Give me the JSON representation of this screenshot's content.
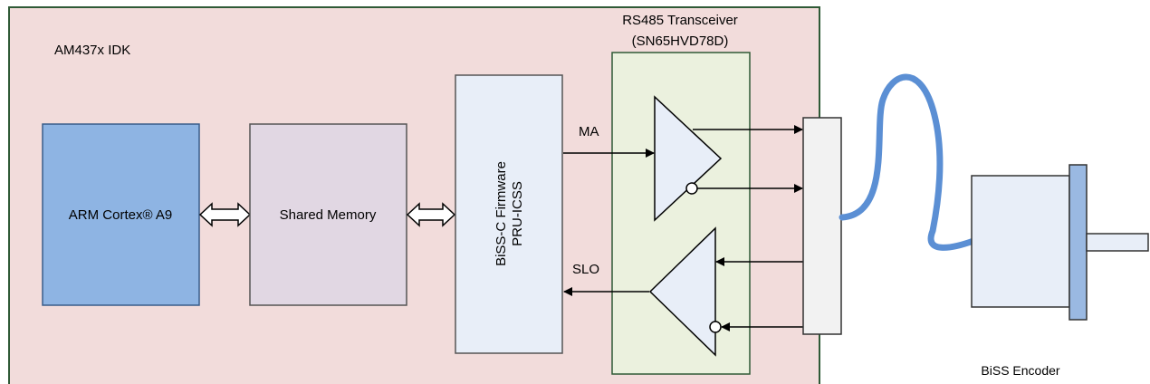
{
  "board": {
    "label": "AM437x IDK"
  },
  "cpu": {
    "label": "ARM Cortex® A9"
  },
  "memory": {
    "label": "Shared Memory"
  },
  "firmware": {
    "line1": "BiSS-C Firmware",
    "line2": "PRU-ICSS"
  },
  "transceiver": {
    "title_line1": "RS485 Transceiver",
    "title_line2": "(SN65HVD78D)"
  },
  "signals": {
    "ma": "MA",
    "slo": "SLO"
  },
  "encoder": {
    "label": "BiSS Encoder"
  },
  "colors": {
    "board_fill": "#f2dcdb",
    "board_border": "#2f5a36",
    "cpu_fill": "#8eb4e3",
    "cpu_border": "#385d8a",
    "memory_fill": "#e1d7e3",
    "firmware_fill": "#e8eef8",
    "transceiver_fill": "#ebf1de",
    "cable": "#5b8fd4",
    "block_border": "#333333"
  }
}
